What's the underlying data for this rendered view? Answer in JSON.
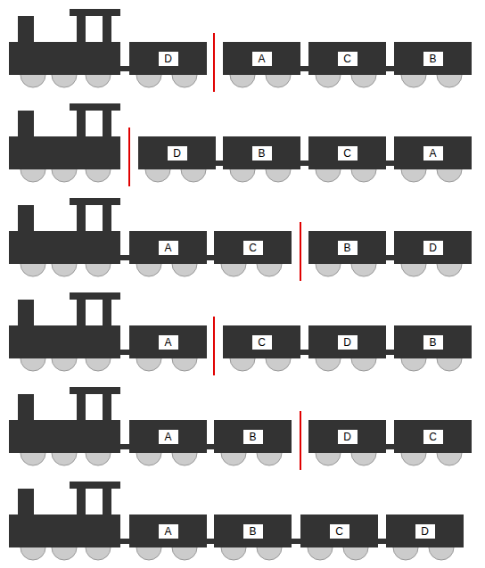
{
  "diagram": {
    "nodes": [
      {
        "text": [
          "D"
        ]
      },
      {
        "text": [
          "A"
        ]
      },
      {
        "text": [
          "C"
        ]
      },
      {
        "text": [
          "B"
        ]
      },
      {
        "text": [
          "D"
        ]
      },
      {
        "text": [
          "B"
        ]
      },
      {
        "text": [
          "C"
        ]
      },
      {
        "text": [
          "A"
        ]
      },
      {
        "text": [
          "A"
        ]
      },
      {
        "text": [
          "C"
        ]
      },
      {
        "text": [
          "B"
        ]
      },
      {
        "text": [
          "D"
        ]
      },
      {
        "text": [
          "A"
        ]
      },
      {
        "text": [
          "C"
        ]
      },
      {
        "text": [
          "D"
        ]
      },
      {
        "text": [
          "B"
        ]
      },
      {
        "text": [
          "A"
        ]
      },
      {
        "text": [
          "B"
        ]
      },
      {
        "text": [
          "D"
        ]
      },
      {
        "text": [
          "C"
        ]
      },
      {
        "text": [
          "A"
        ]
      },
      {
        "text": [
          "B"
        ]
      },
      {
        "text": [
          "C"
        ]
      },
      {
        "text": [
          "D"
        ]
      }
    ],
    "edges": [
      {
        "from": 1,
        "to": 2,
        "arrow": "none"
      },
      {
        "from": 2,
        "to": 3,
        "arrow": "none"
      },
      {
        "from": 4,
        "to": 5,
        "arrow": "none"
      },
      {
        "from": 5,
        "to": 6,
        "arrow": "none"
      },
      {
        "from": 6,
        "to": 7,
        "arrow": "none"
      },
      {
        "from": 8,
        "to": 9,
        "arrow": "none"
      },
      {
        "from": 10,
        "to": 11,
        "arrow": "none"
      },
      {
        "from": 13,
        "to": 14,
        "arrow": "none"
      },
      {
        "from": 14,
        "to": 15,
        "arrow": "none"
      },
      {
        "from": 16,
        "to": 17,
        "arrow": "none"
      },
      {
        "from": 18,
        "to": 19,
        "arrow": "none"
      },
      {
        "from": 20,
        "to": 21,
        "arrow": "none"
      },
      {
        "from": 21,
        "to": 22,
        "arrow": "none"
      },
      {
        "from": 22,
        "to": 23,
        "arrow": "none"
      }
    ]
  }
}
